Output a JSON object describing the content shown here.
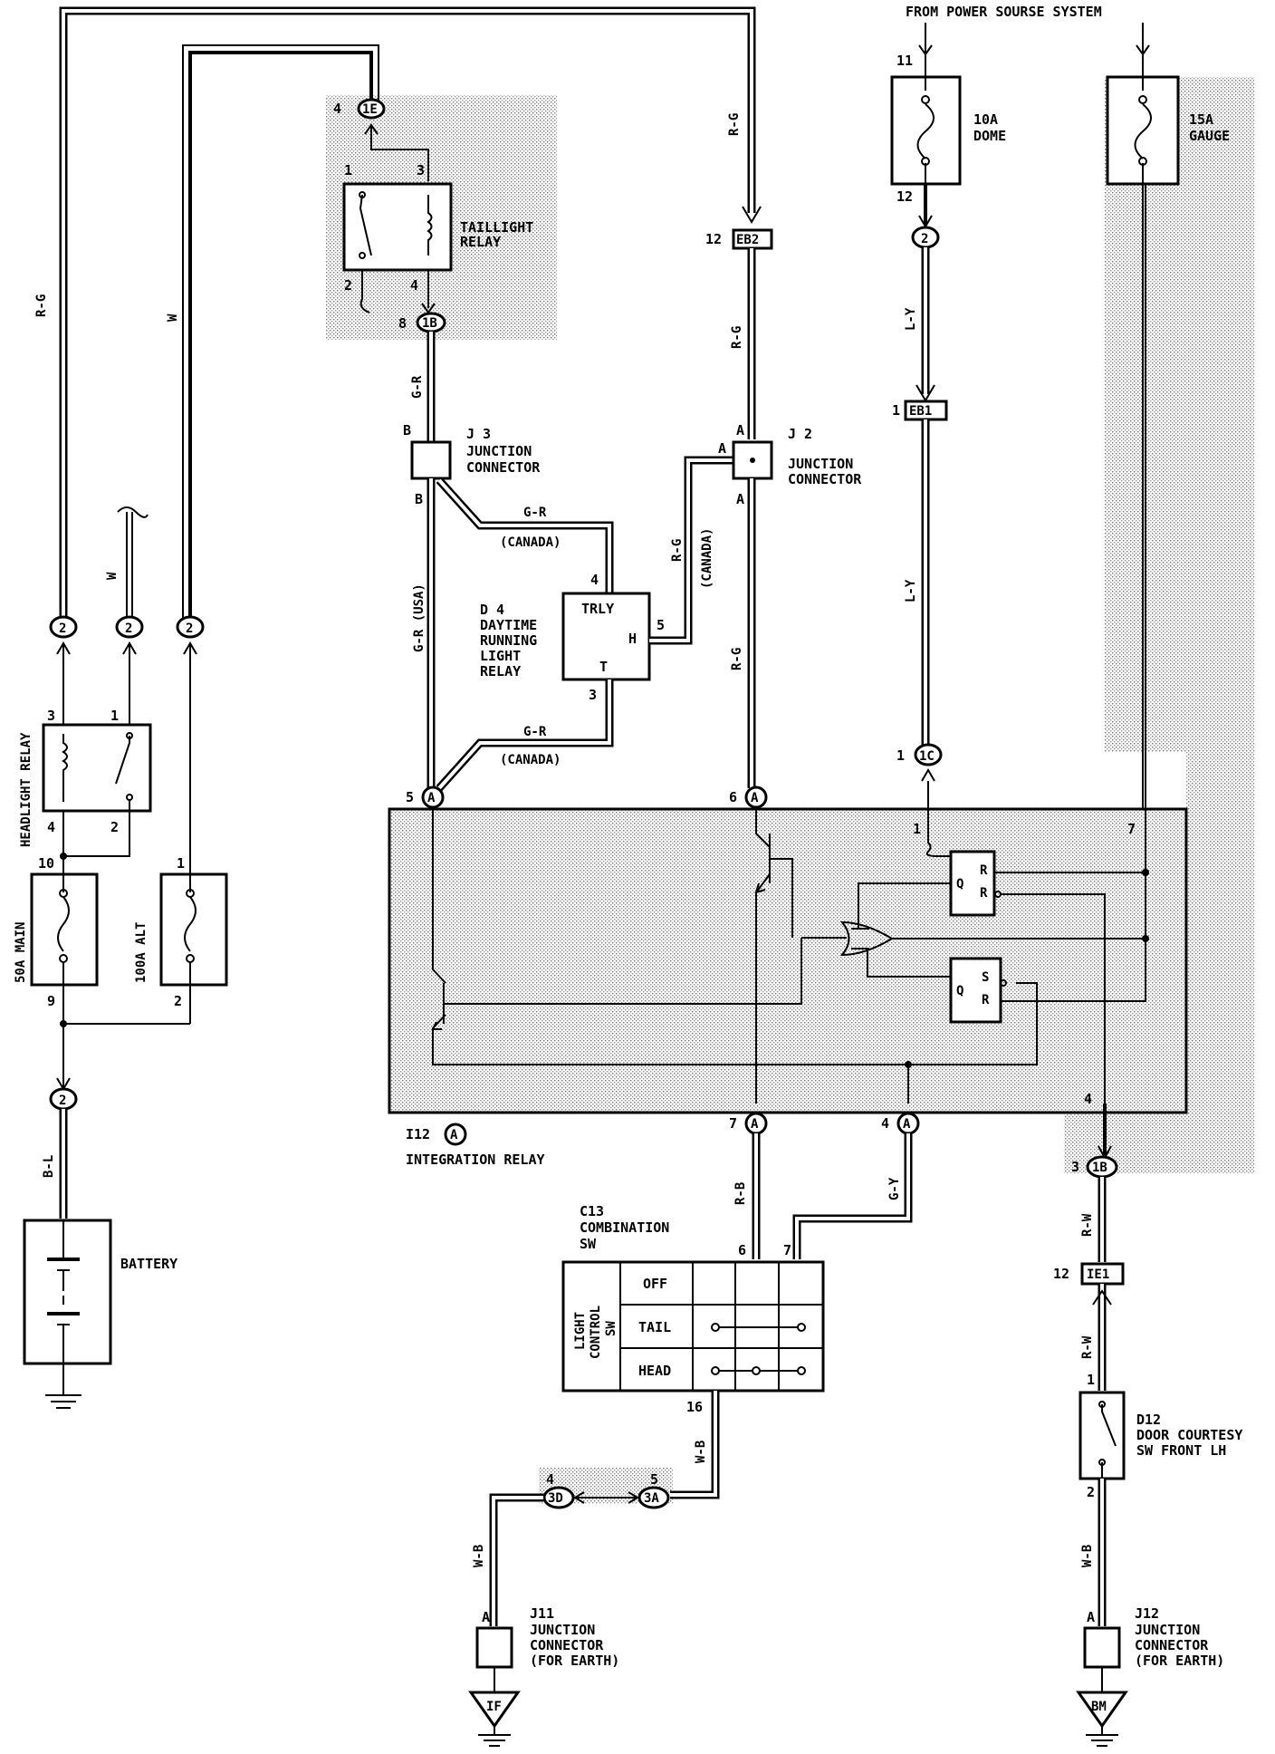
{
  "header": {
    "power_source": "FROM POWER SOURSE SYSTEM"
  },
  "fuses": {
    "dome": {
      "line1": "10A",
      "line2": "DOME",
      "pin_in": "11",
      "pin_out": "12"
    },
    "gauge": {
      "line1": "15A",
      "line2": "GAUGE"
    },
    "main": {
      "label": "50A MAIN",
      "pin_top": "10",
      "pin_bottom": "9"
    },
    "alt": {
      "label": "100A ALT",
      "pin_top": "1",
      "pin_bottom": "2"
    }
  },
  "taillight_relay": {
    "line1": "TAILLIGHT",
    "line2": "RELAY",
    "pins": [
      "1",
      "3",
      "2",
      "4"
    ]
  },
  "headlight_relay": {
    "label": "HEADLIGHT RELAY",
    "pins": [
      "3",
      "1",
      "4",
      "2"
    ]
  },
  "j3": {
    "title": "J 3",
    "line1": "JUNCTION",
    "line2": "CONNECTOR",
    "pin_top": "B",
    "pin_bottom": "B"
  },
  "j2": {
    "title": "J 2",
    "line1": "JUNCTION",
    "line2": "CONNECTOR",
    "pin_top": "A",
    "pin_left": "A",
    "pin_bottom": "A"
  },
  "d4": {
    "title": "D 4",
    "line1": "DAYTIME",
    "line2": "RUNNING",
    "line3": "LIGHT",
    "line4": "RELAY",
    "trly": "TRLY",
    "h": "H",
    "t": "T",
    "pin4": "4",
    "pin5": "5",
    "pin3": "3"
  },
  "integration_relay": {
    "code": "I12",
    "connector": "A",
    "name": "INTEGRATION RELAY"
  },
  "combination_sw": {
    "code": "C13",
    "line1": "COMBINATION",
    "line2": "SW",
    "side_label": [
      "LIGHT",
      "CONTROL",
      "SW"
    ],
    "rows": [
      "OFF",
      "TAIL",
      "HEAD"
    ],
    "pin6": "6",
    "pin7": "7",
    "pin16": "16"
  },
  "battery": {
    "label": "BATTERY"
  },
  "door_sw": {
    "code": "D12",
    "line1": "DOOR COURTESY",
    "line2": "SW FRONT LH",
    "pin1": "1",
    "pin2": "2"
  },
  "j11": {
    "code": "J11",
    "line1": "JUNCTION",
    "line2": "CONNECTOR",
    "line3": "(FOR EARTH)",
    "pin": "A",
    "ground": "IF"
  },
  "j12": {
    "code": "J12",
    "line1": "JUNCTION",
    "line2": "CONNECTOR",
    "line3": "(FOR EARTH)",
    "pin": "A",
    "ground": "BM"
  },
  "connectors": {
    "c1E": {
      "id": "1E",
      "pin": "4"
    },
    "c1B_top": {
      "id": "1B",
      "pin": "8"
    },
    "cEB2": {
      "id": "EB2",
      "pin": "12"
    },
    "cEB1": {
      "id": "EB1",
      "pin": "1"
    },
    "c2_dome": {
      "id": "2"
    },
    "c1C": {
      "id": "1C",
      "pin": "1"
    },
    "c2_a": {
      "id": "2"
    },
    "c2_b": {
      "id": "2"
    },
    "c2_c": {
      "id": "2"
    },
    "c2_batt": {
      "id": "2"
    },
    "cA5": {
      "id": "A",
      "pin": "5"
    },
    "cA6": {
      "id": "A",
      "pin": "6"
    },
    "cA7": {
      "id": "A",
      "pin": "7"
    },
    "cA4": {
      "id": "A",
      "pin": "4"
    },
    "c1B_low": {
      "id": "1B",
      "pin": "3"
    },
    "cIE1": {
      "id": "IE1",
      "pin": "12"
    },
    "c3D": {
      "id": "3D",
      "pin": "4"
    },
    "c3A": {
      "id": "3A",
      "pin": "5"
    }
  },
  "wire_colors": {
    "rg_left": "R-G",
    "w_left": "W",
    "w_mid": "W",
    "rg_top": "R-G",
    "gr_top": "G-R",
    "rg_j2a": "R-G",
    "ly_1": "L-Y",
    "ly_2": "L-Y",
    "gr_canada1": "G-R",
    "canada1": "(CANADA)",
    "rg_canada": "R-G",
    "canada_v": "(CANADA)",
    "gr_usa": "G-R (USA)",
    "gr_canada2": "G-R",
    "canada2": "(CANADA)",
    "rg_j2b": "R-G",
    "bl": "B-L",
    "rb": "R-B",
    "gy": "G-Y",
    "wb_1": "W-B",
    "wb_2": "W-B",
    "rw_1": "R-W",
    "rw_2": "R-W",
    "wb_3": "W-B"
  },
  "relay_pins": {
    "p1": "1",
    "p7": "7",
    "p4": "4",
    "q1": "Q",
    "r1": "R",
    "r1b": "R",
    "q2": "Q",
    "s2": "S",
    "r2": "R"
  }
}
